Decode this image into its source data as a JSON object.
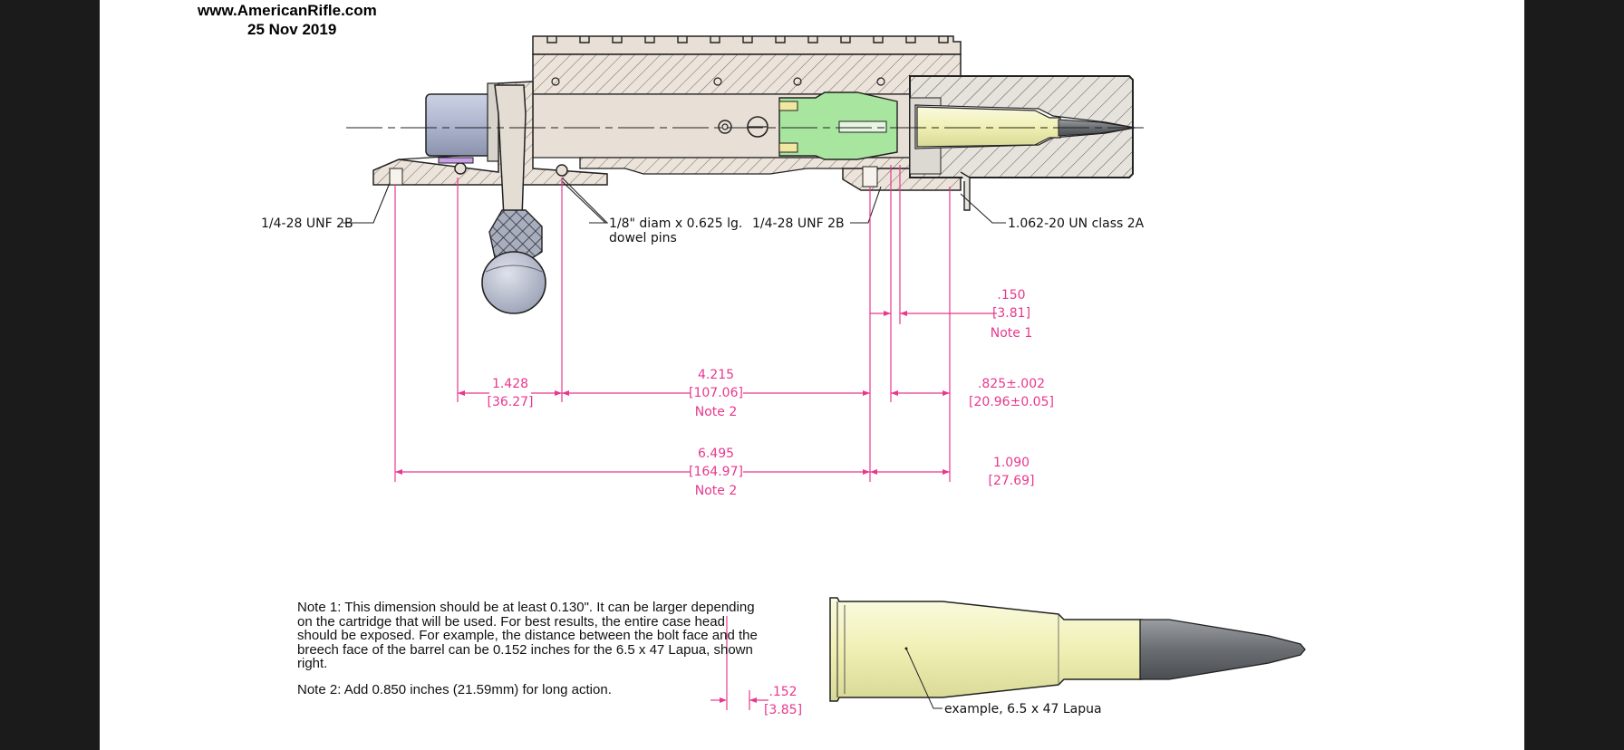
{
  "header": {
    "website": "www.AmericanRifle.com",
    "date": "25 Nov 2019"
  },
  "callouts": {
    "rear_thread": "1/4-28 UNF 2B",
    "dowel_line1": "1/8\" diam x 0.625 lg.",
    "dowel_line2": "dowel pins",
    "front_thread": "1/4-28 UNF 2B",
    "barrel_thread": "1.062-20 UN class 2A"
  },
  "dimensions": {
    "d150": {
      "inch": ".150",
      "mm": "[3.81]",
      "note": "Note 1"
    },
    "d1428": {
      "inch": "1.428",
      "mm": "[36.27]"
    },
    "d4215": {
      "inch": "4.215",
      "mm": "[107.06]",
      "note": "Note 2"
    },
    "d825": {
      "inch": ".825±.002",
      "mm": "[20.96±0.05]"
    },
    "d6495": {
      "inch": "6.495",
      "mm": "[164.97]",
      "note": "Note 2"
    },
    "d1090": {
      "inch": "1.090",
      "mm": "[27.69]"
    },
    "d152": {
      "inch": ".152",
      "mm": "[3.85]"
    }
  },
  "notes": {
    "note1": "Note 1:  This dimension should be at least 0.130\".  It can be larger depending on the cartridge that will be used.  For best results, the entire case head should be exposed.  For example, the distance between the bolt face and the breech face of the barrel can be 0.152 inches for the 6.5 x 47 Lapua, shown right.",
    "note2": "Note 2:  Add 0.850 inches (21.59mm) for long action."
  },
  "cartridge_label": "example, 6.5 x 47 Lapua",
  "colors": {
    "dimension": "#e8388e",
    "receiver": "#e8e0d6",
    "bolt_head": "#a8e6a0",
    "case": "#f0f0b4",
    "bolt_shroud": "#b4bcd6",
    "bullet": "#707478",
    "background_frame": "#1b1b1b"
  }
}
